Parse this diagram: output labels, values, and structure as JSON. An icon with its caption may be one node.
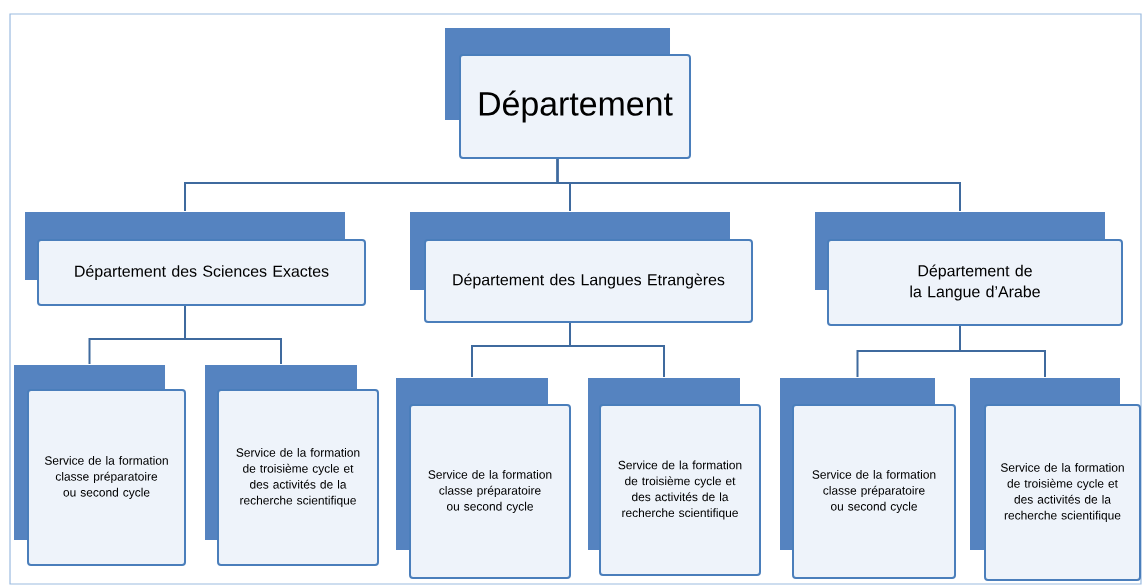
{
  "diagram": {
    "nodes": [
      {
        "text": [
          "Département"
        ]
      },
      {
        "text": [
          "Département des Sciences Exactes"
        ]
      },
      {
        "text": [
          "Département des Langues Etrangères"
        ]
      },
      {
        "text": [
          "Département de la Langue d’Arabe"
        ]
      },
      {
        "text": [
          "Service de la formation classe préparatoire ou second cycle"
        ]
      },
      {
        "text": [
          "Service de la formation de troisième cycle et des activités de la recherche scientifique"
        ]
      },
      {
        "text": [
          "Service de la formation classe préparatoire ou second cycle"
        ]
      },
      {
        "text": [
          "Service de la formation de troisième cycle et des activités de la recherche scientifique"
        ]
      },
      {
        "text": [
          "Service de la formation classe préparatoire ou second cycle"
        ]
      },
      {
        "text": [
          "Service de la formation de troisième cycle et des activités de la recherche scientifique"
        ]
      }
    ],
    "edges": [
      {
        "from": 0,
        "to": 1,
        "arrow": "none"
      },
      {
        "from": 0,
        "to": 2,
        "arrow": "none"
      },
      {
        "from": 0,
        "to": 3,
        "arrow": "none"
      },
      {
        "from": 1,
        "to": 4,
        "arrow": "none"
      },
      {
        "from": 1,
        "to": 5,
        "arrow": "none"
      },
      {
        "from": 2,
        "to": 6,
        "arrow": "none"
      },
      {
        "from": 2,
        "to": 7,
        "arrow": "none"
      },
      {
        "from": 3,
        "to": 8,
        "arrow": "none"
      },
      {
        "from": 3,
        "to": 9,
        "arrow": "none"
      }
    ]
  }
}
